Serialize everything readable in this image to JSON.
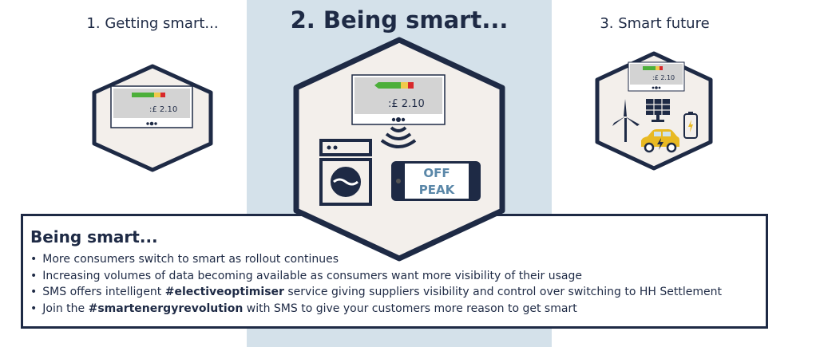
{
  "steps": [
    {
      "label": "1. Getting smart..."
    },
    {
      "label": "2. Being smart..."
    },
    {
      "label": "3. Smart future"
    }
  ],
  "display": {
    "price": "£ 2.10"
  },
  "phone": {
    "line1": "OFF",
    "line2": "PEAK"
  },
  "info": {
    "heading": "Being smart...",
    "bullets": [
      {
        "text": "More consumers switch to smart as rollout continues"
      },
      {
        "text": "Increasing volumes of data becoming available as consumers want more visibility of their usage"
      },
      {
        "pre": "SMS offers intelligent ",
        "bold": "#electiveoptimiser",
        "post": " service giving suppliers visibility and control over switching to HH Settlement"
      },
      {
        "pre": "Join the ",
        "bold": "#smartenergyrevolution",
        "post": " with SMS to give your customers more reason to get smart"
      }
    ]
  },
  "colors": {
    "navy": "#1e2a45",
    "panel": "#d4e1ea",
    "hex_fill": "#f3efeb",
    "accent_blue": "#5a87a8",
    "car_yellow": "#e8b923"
  }
}
